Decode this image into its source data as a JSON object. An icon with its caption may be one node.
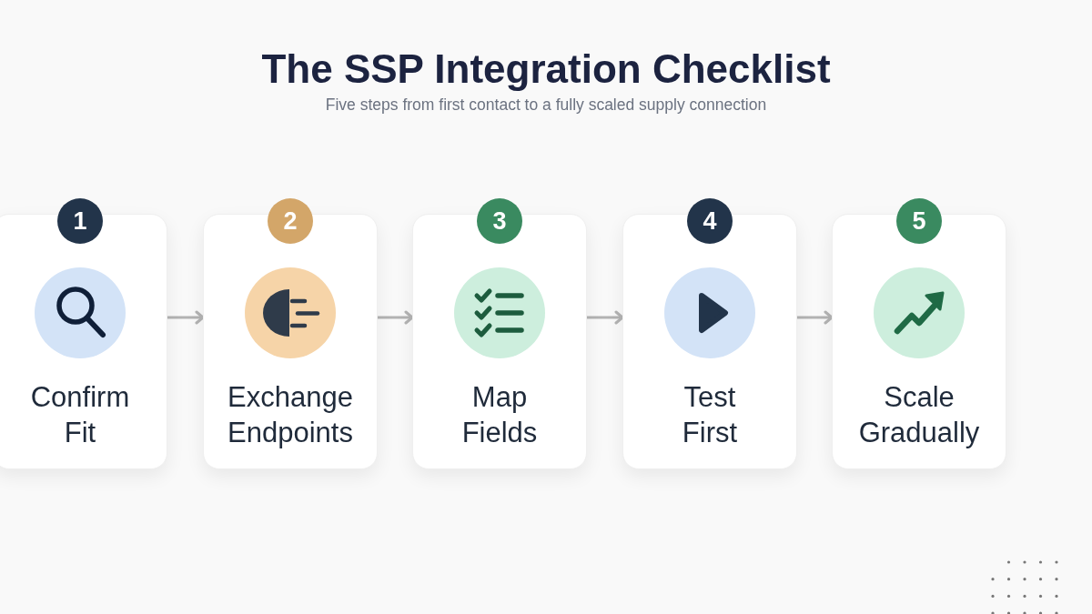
{
  "diagram": {
    "title": "The SSP Integration Checklist",
    "nodes": [
      {
        "text": [
          "1",
          "Confirm Fit"
        ]
      },
      {
        "text": [
          "2",
          "Exchange Endpoints"
        ]
      },
      {
        "text": [
          "3",
          "Map Fields"
        ]
      },
      {
        "text": [
          "4",
          "Test First"
        ]
      },
      {
        "text": [
          "5",
          "Scale Gradually"
        ]
      }
    ],
    "edges": [
      {
        "from": 0,
        "to": 1,
        "arrow": "to"
      },
      {
        "from": 1,
        "to": 2,
        "arrow": "to"
      },
      {
        "from": 2,
        "to": 3,
        "arrow": "to"
      },
      {
        "from": 3,
        "to": 4,
        "arrow": "to"
      }
    ],
    "labels": [
      "Five steps from first contact to a fully scaled supply connection"
    ]
  }
}
